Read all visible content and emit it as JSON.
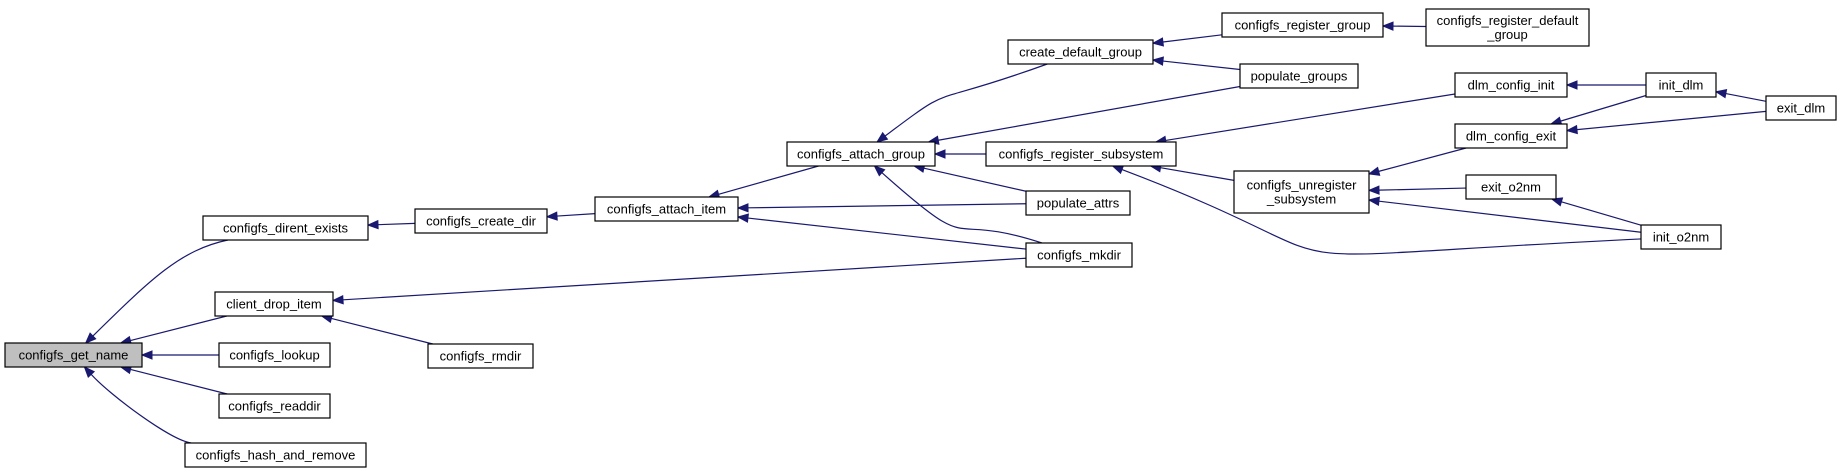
{
  "graph": {
    "edge_color": "#191970",
    "root_fill": "#bfbfbf",
    "nodes": [
      {
        "id": "configfs_get_name",
        "lines": [
          "configfs_get_name"
        ],
        "root": true
      },
      {
        "id": "configfs_dirent_exists",
        "lines": [
          "configfs_dirent_exists"
        ]
      },
      {
        "id": "client_drop_item",
        "lines": [
          "client_drop_item"
        ]
      },
      {
        "id": "configfs_lookup",
        "lines": [
          "configfs_lookup"
        ]
      },
      {
        "id": "configfs_readdir",
        "lines": [
          "configfs_readdir"
        ]
      },
      {
        "id": "configfs_hash_and_remove",
        "lines": [
          "configfs_hash_and_remove"
        ]
      },
      {
        "id": "configfs_create_dir",
        "lines": [
          "configfs_create_dir"
        ]
      },
      {
        "id": "configfs_rmdir",
        "lines": [
          "configfs_rmdir"
        ]
      },
      {
        "id": "configfs_attach_item",
        "lines": [
          "configfs_attach_item"
        ]
      },
      {
        "id": "configfs_attach_group",
        "lines": [
          "configfs_attach_group"
        ]
      },
      {
        "id": "create_default_group",
        "lines": [
          "create_default_group"
        ]
      },
      {
        "id": "configfs_register_subsystem",
        "lines": [
          "configfs_register_subsystem"
        ]
      },
      {
        "id": "populate_attrs",
        "lines": [
          "populate_attrs"
        ]
      },
      {
        "id": "configfs_mkdir",
        "lines": [
          "configfs_mkdir"
        ]
      },
      {
        "id": "configfs_register_group",
        "lines": [
          "configfs_register_group"
        ]
      },
      {
        "id": "populate_groups",
        "lines": [
          "populate_groups"
        ]
      },
      {
        "id": "configfs_unregister_subsystem",
        "lines": [
          "configfs_unregister",
          "_subsystem"
        ]
      },
      {
        "id": "configfs_register_default_group",
        "lines": [
          "configfs_register_default",
          "_group"
        ]
      },
      {
        "id": "dlm_config_init",
        "lines": [
          "dlm_config_init"
        ]
      },
      {
        "id": "dlm_config_exit",
        "lines": [
          "dlm_config_exit"
        ]
      },
      {
        "id": "exit_o2nm",
        "lines": [
          "exit_o2nm"
        ]
      },
      {
        "id": "init_dlm",
        "lines": [
          "init_dlm"
        ]
      },
      {
        "id": "init_o2nm",
        "lines": [
          "init_o2nm"
        ]
      },
      {
        "id": "exit_dlm",
        "lines": [
          "exit_dlm"
        ]
      }
    ],
    "edges": [
      {
        "from": "configfs_dirent_exists",
        "to": "configfs_get_name"
      },
      {
        "from": "client_drop_item",
        "to": "configfs_get_name"
      },
      {
        "from": "configfs_lookup",
        "to": "configfs_get_name"
      },
      {
        "from": "configfs_readdir",
        "to": "configfs_get_name"
      },
      {
        "from": "configfs_hash_and_remove",
        "to": "configfs_get_name"
      },
      {
        "from": "configfs_create_dir",
        "to": "configfs_dirent_exists"
      },
      {
        "from": "configfs_mkdir",
        "to": "client_drop_item"
      },
      {
        "from": "configfs_rmdir",
        "to": "client_drop_item"
      },
      {
        "from": "configfs_attach_item",
        "to": "configfs_create_dir"
      },
      {
        "from": "configfs_attach_group",
        "to": "configfs_attach_item"
      },
      {
        "from": "populate_attrs",
        "to": "configfs_attach_item"
      },
      {
        "from": "configfs_mkdir",
        "to": "configfs_attach_item"
      },
      {
        "from": "create_default_group",
        "to": "configfs_attach_group"
      },
      {
        "from": "configfs_register_subsystem",
        "to": "configfs_attach_group"
      },
      {
        "from": "populate_attrs",
        "to": "configfs_attach_group"
      },
      {
        "from": "configfs_mkdir",
        "to": "configfs_attach_group"
      },
      {
        "from": "populate_groups",
        "to": "configfs_attach_group"
      },
      {
        "from": "configfs_register_group",
        "to": "create_default_group"
      },
      {
        "from": "populate_groups",
        "to": "create_default_group"
      },
      {
        "from": "configfs_register_default_group",
        "to": "configfs_register_group"
      },
      {
        "from": "dlm_config_init",
        "to": "configfs_register_subsystem"
      },
      {
        "from": "configfs_unregister_subsystem",
        "to": "configfs_register_subsystem"
      },
      {
        "from": "init_o2nm",
        "to": "configfs_register_subsystem"
      },
      {
        "from": "dlm_config_exit",
        "to": "configfs_unregister_subsystem"
      },
      {
        "from": "exit_o2nm",
        "to": "configfs_unregister_subsystem"
      },
      {
        "from": "init_o2nm",
        "to": "configfs_unregister_subsystem"
      },
      {
        "from": "init_dlm",
        "to": "dlm_config_init"
      },
      {
        "from": "init_dlm",
        "to": "dlm_config_exit"
      },
      {
        "from": "exit_dlm",
        "to": "dlm_config_exit"
      },
      {
        "from": "init_o2nm",
        "to": "exit_o2nm"
      },
      {
        "from": "exit_dlm",
        "to": "init_dlm"
      }
    ]
  }
}
